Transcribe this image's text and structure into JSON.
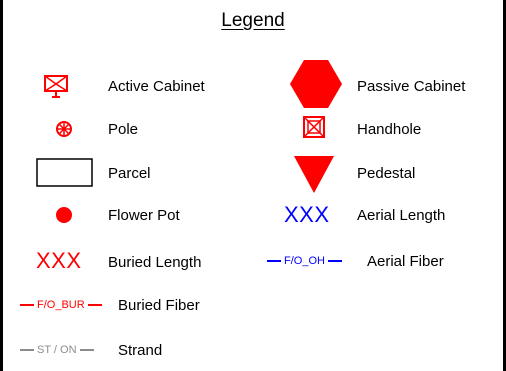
{
  "legend": {
    "title": "Legend",
    "items": [
      {
        "label": "Active Cabinet",
        "icon": "active-cabinet-icon",
        "color": "#ff0000"
      },
      {
        "label": "Passive Cabinet",
        "icon": "passive-cabinet-icon",
        "color": "#ff0000"
      },
      {
        "label": "Pole",
        "icon": "pole-icon",
        "color": "#ff0000"
      },
      {
        "label": "Handhole",
        "icon": "handhole-icon",
        "color": "#ff0000"
      },
      {
        "label": "Parcel",
        "icon": "parcel-icon",
        "color": "#000000"
      },
      {
        "label": "Pedestal",
        "icon": "pedestal-icon",
        "color": "#ff0000"
      },
      {
        "label": "Flower Pot",
        "icon": "flower-pot-icon",
        "color": "#ff0000"
      },
      {
        "label": "Aerial Length",
        "symbol_text": "XXX",
        "color": "#0000ff"
      },
      {
        "label": "Buried Length",
        "symbol_text": "XXX",
        "color": "#ff0000"
      },
      {
        "label": "Aerial Fiber",
        "symbol_text": "F/O_OH",
        "color": "#0000ff"
      },
      {
        "label": "Buried Fiber",
        "symbol_text": "F/O_BUR",
        "color": "#ff0000"
      },
      {
        "label": "Strand",
        "symbol_text": "ST / ON",
        "color": "#8c8c8c"
      }
    ]
  }
}
